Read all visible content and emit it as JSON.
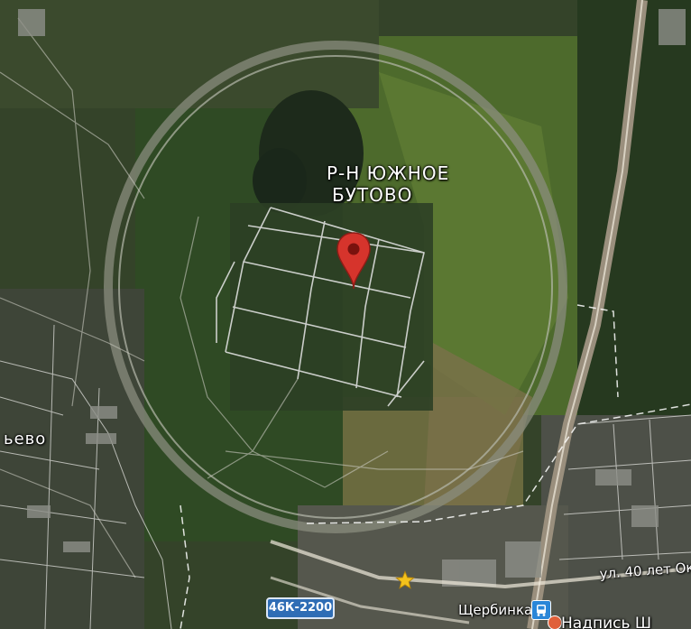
{
  "map": {
    "district_label_line1": "Р-Н ЮЖНОЕ",
    "district_label_line2": "БУТОВО",
    "village_label": "ьево",
    "street_label": "ул. 40 лет Ок",
    "road_shield": "46К-2200",
    "station_label": "Щербинка",
    "poi_label": "Надпись Ш",
    "colors": {
      "marker": "#d6342c",
      "road_shield": "#2f6db5",
      "star": "#f4c21c",
      "bus_icon": "#2a86d8",
      "label_text": "#ffffff"
    },
    "icons": [
      "map-pin-icon",
      "star-icon",
      "bus-icon",
      "poi-icon"
    ]
  }
}
